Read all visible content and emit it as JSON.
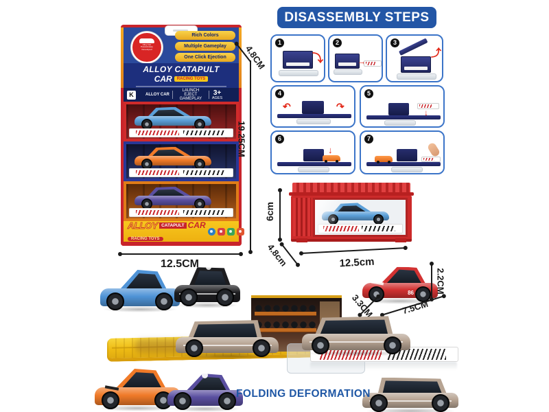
{
  "colors": {
    "package_red": "#c8242b",
    "header_blue": "#2b4a9c",
    "accent_yellow": "#f6c51d",
    "steps_blue": "#2356a6",
    "annotation_black": "#1a1a1a",
    "caption_blue": "#1f57a5",
    "container_red": "#cc2a2a",
    "track_yellow": "#f2c11e",
    "car_blue": "#4f93d6",
    "car_orange": "#f07a28",
    "car_purple": "#5a4fa0",
    "car_red": "#d23232",
    "car_black": "#1a1a1c",
    "car_champagne": "#b7a493"
  },
  "package": {
    "brand_logo_text": "Alloy Car Passionately Developed",
    "feature_pills": [
      "Rich Colors",
      "Multiple Gameplay",
      "One Click Ejection"
    ],
    "title_line1": "ALLOY CATAPULT",
    "title_line2": "CAR",
    "title_badge": "RACING TOYS",
    "info_bar": {
      "mark": "K",
      "item1": "ALLOY CAR",
      "item2": "LAUNCH EJECT GAMEPLAY",
      "age_number": "3+",
      "age_label": "AGES"
    },
    "bottom_band": {
      "word1": "ALLOY",
      "word2": "CATAPULT",
      "word3": "CAR",
      "sub_badge": "RACING TOYS"
    },
    "dims": {
      "depth": "4.8CM",
      "height": "19.25CM",
      "width": "12.5CM"
    }
  },
  "disassembly": {
    "title": "DISASSEMBLY STEPS",
    "steps": [
      {
        "num": "1",
        "action": "open-front-cover"
      },
      {
        "num": "2",
        "action": "pull-out-launcher"
      },
      {
        "num": "3",
        "action": "lift-top-lid"
      },
      {
        "num": "4",
        "action": "unfold-flat"
      },
      {
        "num": "5",
        "action": "attach-launcher"
      },
      {
        "num": "6",
        "action": "place-car"
      },
      {
        "num": "7",
        "action": "press-to-launch"
      }
    ]
  },
  "container_box": {
    "dims": {
      "height": "6cm",
      "depth": "4.8cm",
      "width": "12.5cm"
    }
  },
  "red_car": {
    "door_number": "86",
    "dims": {
      "height": "2.2CM",
      "width": "3.3CM",
      "length": "7.5CM"
    }
  },
  "footer": {
    "caption": "FOLDING DEFORMATION"
  }
}
